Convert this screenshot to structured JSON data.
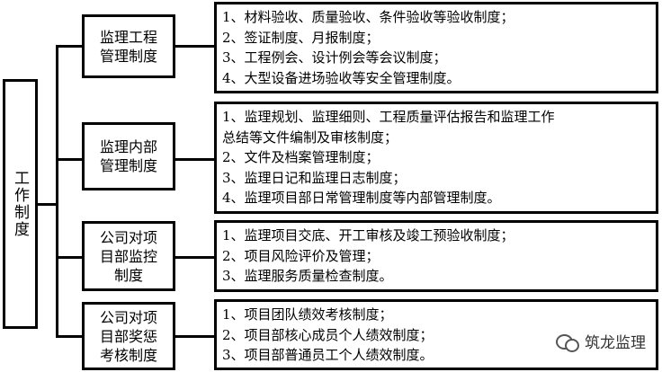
{
  "root": {
    "label": "工作制度"
  },
  "categories": [
    {
      "lines": [
        "监理工程",
        "管理制度"
      ],
      "items": [
        "1、材料验收、质量验收、条件验收等验收制度；",
        "2、签证制度、月报制度；",
        "3、工程例会、设计例会等会议制度；",
        "4、大型设备进场验收等安全管理制度。"
      ]
    },
    {
      "lines": [
        "监理内部",
        "管理制度"
      ],
      "items": [
        "1、监理规划、监理细则、工程质量评估报告和监理工作",
        "总结等文件编制及审核制度；",
        "2、文件及档案管理制度；",
        "3、监理日记和监理日志制度；",
        "4、监理项目部日常管理制度等内部管理制度。"
      ]
    },
    {
      "lines": [
        "公司对项",
        "目部监控",
        "制度"
      ],
      "items": [
        "1、监理项目交底、开工审核及竣工预验收制度；",
        "2、项目风险评价及管理；",
        "3、监理服务质量检查制度。"
      ]
    },
    {
      "lines": [
        "公司对项",
        "目部奖惩",
        "考核制度"
      ],
      "items": [
        "1、项目团队绩效考核制度；",
        "2、项目部核心成员个人绩效制度；",
        "3、项目部普通员工个人绩效制度。"
      ]
    }
  ],
  "watermark": {
    "text": "筑龙监理",
    "icon": "wechat-icon"
  }
}
